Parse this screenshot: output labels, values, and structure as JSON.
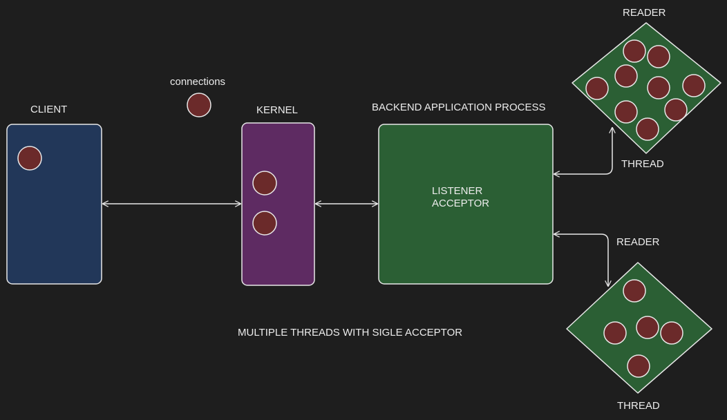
{
  "labels": {
    "client": "CLIENT",
    "connections": "connections",
    "kernel": "KERNEL",
    "backend": "BACKEND APPLICATION PROCESS",
    "listener_line1": "LISTENER",
    "listener_line2": "ACCEPTOR",
    "caption": "MULTIPLE THREADS WITH SIGLE ACCEPTOR",
    "reader_top": "READER",
    "thread_top": "THREAD",
    "reader_bottom": "READER",
    "thread_bottom": "THREAD"
  },
  "colors": {
    "background": "#1e1e1e",
    "client_fill": "#223759",
    "kernel_fill": "#5e2b62",
    "process_fill": "#2b5f34",
    "reader_fill": "#2b5f34",
    "connection_fill": "#6b2a2a",
    "stroke": "#e8e8e8"
  }
}
